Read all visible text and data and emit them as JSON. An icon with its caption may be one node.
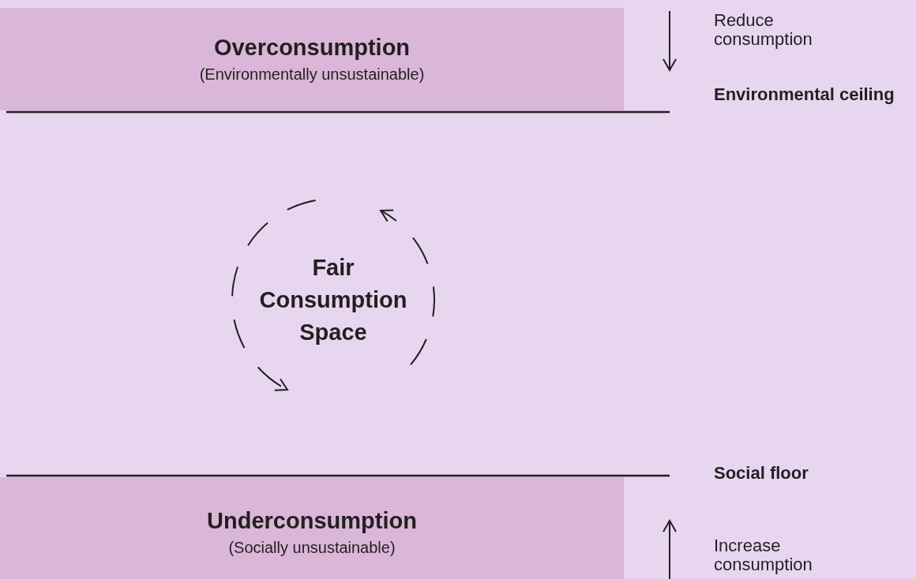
{
  "diagram": {
    "nodes": [
      {
        "text": [
          "Overconsumption",
          "(Environmentally unsustainable)"
        ]
      },
      {
        "text": [
          "Fair Consumption Space"
        ]
      },
      {
        "text": [
          "Underconsumption",
          "(Socially unsustainable)"
        ]
      }
    ],
    "labels": [
      "Reduce consumption",
      "Environmental ceiling",
      "Social floor",
      "Increase consumption"
    ]
  }
}
